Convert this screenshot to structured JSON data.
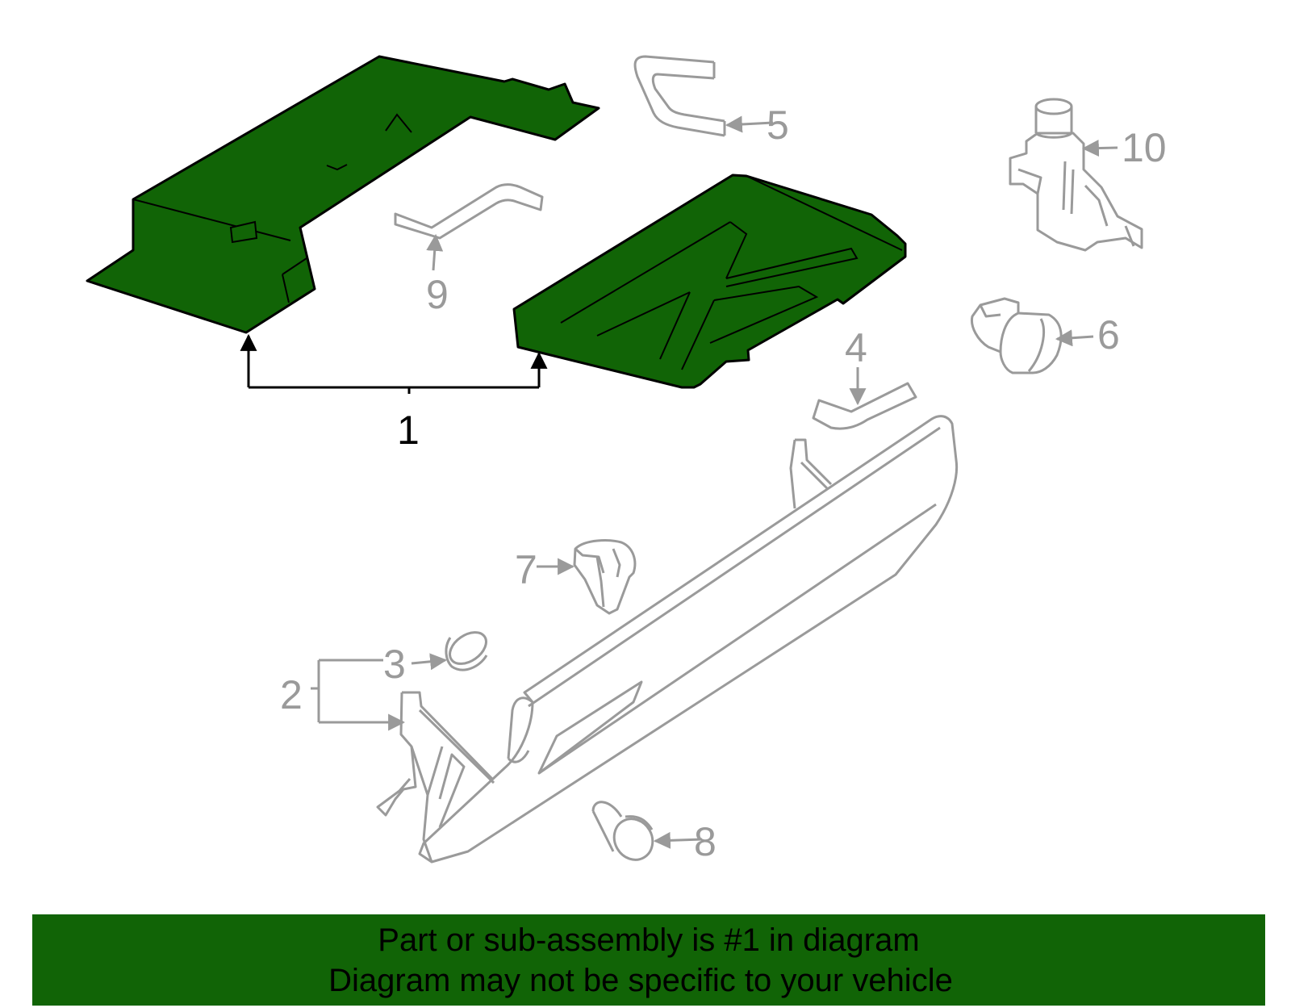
{
  "diagram": {
    "callouts": {
      "part_1": "1",
      "part_2": "2",
      "part_3": "3",
      "part_4": "4",
      "part_5": "5",
      "part_6": "6",
      "part_7": "7",
      "part_8": "8",
      "part_9": "9",
      "part_10": "10"
    },
    "colors": {
      "highlight_fill": "#116406",
      "highlight_stroke": "#000000",
      "other_parts_stroke": "#9a9a9a",
      "background": "#ffffff"
    }
  },
  "banner": {
    "line1": "Part or sub-assembly is #1 in diagram",
    "line2": "Diagram may not be specific to your vehicle",
    "background": "#116406",
    "text_color": "#000000"
  }
}
